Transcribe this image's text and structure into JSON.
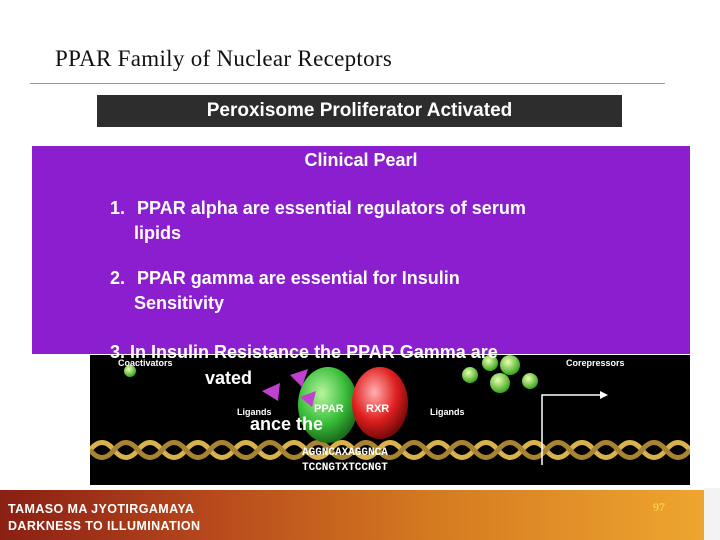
{
  "slide": {
    "title": "PPAR Family of Nuclear Receptors",
    "banner": "Peroxisome Proliferator Activated",
    "pearl_title": "Clinical Pearl",
    "items": [
      {
        "num": "1.",
        "line1": "PPAR alpha are essential regulators of serum",
        "line2": "lipids"
      },
      {
        "num": "2.",
        "line1": "PPAR gamma are essential for Insulin",
        "line2": "Sensitivity"
      }
    ],
    "item3_line1": "3. In Insulin Resistance the PPAR Gamma are",
    "item3_frag_a": "vated",
    "item3_frag_b": "ance the",
    "page_number": "97"
  },
  "diagram": {
    "coactivators": "Coactivators",
    "corepressors": "Corepressors",
    "ligands_left": "Ligands",
    "ligands_right": "Ligands",
    "ppar": "PPAR",
    "rxr": "RXR",
    "seq1": "AGGNCAXAGGNCA",
    "seq2": "TCCNGTXTCCNGT"
  },
  "footer": {
    "line1": "TAMASO MA JYOTIRGAMAYA",
    "line2": "DARKNESS TO ILLUMINATION"
  },
  "colors": {
    "purple": "#8b1fcf",
    "banner": "#2d2d2d",
    "footer_start": "#8a1f14",
    "footer_end": "#f0a830",
    "page_number": "#ffe24a"
  }
}
